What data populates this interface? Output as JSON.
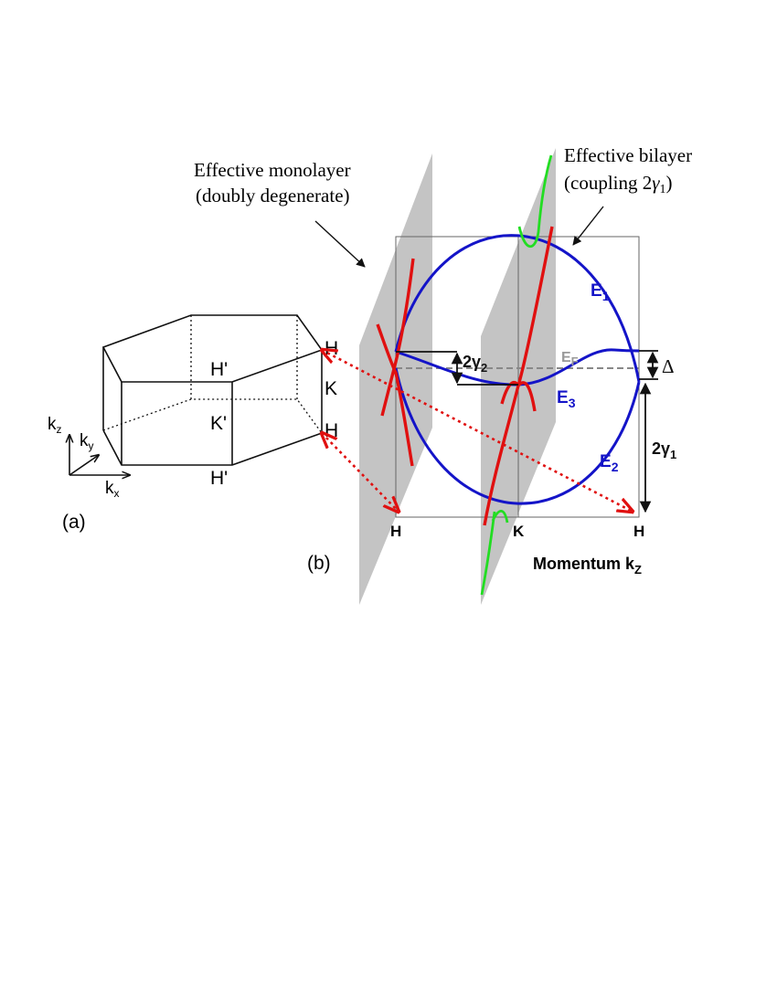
{
  "colors": {
    "band": "#1414c8",
    "red_band": "#e01010",
    "green_band": "#22dd22",
    "plane": "#c4c4c4",
    "fermi": "#888888",
    "arrow": "#e01010",
    "box": "#111111"
  },
  "panel_a": {
    "label": "(a)",
    "points": {
      "top_h": "H",
      "top_h_prime": "H'",
      "k": "K",
      "k_prime": "K'",
      "bottom_h": "H",
      "bottom_h_prime": "H'"
    },
    "axes": {
      "z_main": "k",
      "z_sub": "z",
      "y_main": "k",
      "y_sub": "y",
      "x_main": "k",
      "x_sub": "x"
    }
  },
  "panel_b": {
    "label": "(b)",
    "annotations": {
      "monolayer_line1": "Effective monolayer",
      "monolayer_line2": "(doubly degenerate)",
      "bilayer_line1": "Effective bilayer",
      "bilayer_line2_text": "(coupling ",
      "bilayer_line2_coef": "2",
      "bilayer_line2_gamma": "γ",
      "bilayer_line2_sub": "1",
      "bilayer_line2_close": ")"
    },
    "bands": {
      "e1_main": "E",
      "e1_sub": "1",
      "e2_main": "E",
      "e2_sub": "2",
      "e3_main": "E",
      "e3_sub": "3",
      "ef_main": "E",
      "ef_sub": "F"
    },
    "gaps": {
      "two_gamma2_coef": "2",
      "two_gamma2_gamma": "γ",
      "two_gamma2_sub": "2",
      "two_gamma1_coef": "2",
      "two_gamma1_gamma": "γ",
      "two_gamma1_sub": "1",
      "delta": "Δ"
    },
    "x_ticks": [
      "H",
      "K",
      "H"
    ],
    "xlabel_main": "Momentum k",
    "xlabel_sub": "Z"
  }
}
